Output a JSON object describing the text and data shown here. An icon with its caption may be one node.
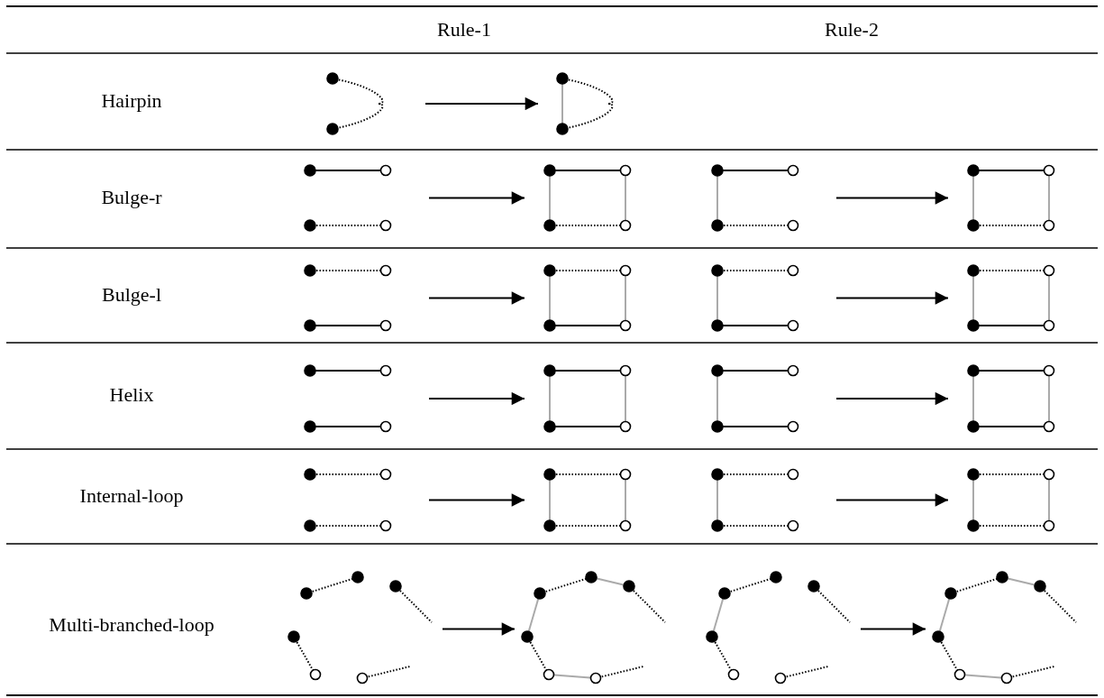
{
  "diagram": {
    "nodes": [
      {
        "text": [],
        "shape": "picture"
      },
      {
        "text": [],
        "shape": "picture"
      },
      {
        "text": [],
        "shape": "picture"
      },
      {
        "text": [],
        "shape": "picture"
      },
      {
        "text": [],
        "shape": "picture"
      },
      {
        "text": [],
        "shape": "picture"
      },
      {
        "text": [],
        "shape": "picture"
      },
      {
        "text": [],
        "shape": "picture"
      },
      {
        "text": [],
        "shape": "picture"
      },
      {
        "text": [],
        "shape": "picture"
      },
      {
        "text": [],
        "shape": "picture"
      },
      {
        "text": [],
        "shape": "picture"
      },
      {
        "text": [],
        "shape": "picture"
      },
      {
        "text": [],
        "shape": "picture"
      },
      {
        "text": [],
        "shape": "picture"
      },
      {
        "text": [],
        "shape": "picture"
      },
      {
        "text": [],
        "shape": "picture"
      },
      {
        "text": [],
        "shape": "picture"
      },
      {
        "text": [],
        "shape": "picture"
      },
      {
        "text": [],
        "shape": "picture"
      },
      {
        "text": [],
        "shape": "picture"
      },
      {
        "text": [],
        "shape": "picture"
      }
    ],
    "edges": [
      {
        "from": 0,
        "to": 1,
        "arrow": "to"
      },
      {
        "from": 2,
        "to": 3,
        "arrow": "to"
      },
      {
        "from": 4,
        "to": 5,
        "arrow": "to"
      },
      {
        "from": 6,
        "to": 7,
        "arrow": "to"
      },
      {
        "from": 8,
        "to": 9,
        "arrow": "to"
      },
      {
        "from": 10,
        "to": 11,
        "arrow": "to"
      },
      {
        "from": 12,
        "to": 13,
        "arrow": "to"
      },
      {
        "from": 14,
        "to": 15,
        "arrow": "to"
      },
      {
        "from": 16,
        "to": 17,
        "arrow": "to"
      },
      {
        "from": 18,
        "to": 19,
        "arrow": "to"
      },
      {
        "from": 20,
        "to": 21,
        "arrow": "to"
      }
    ],
    "labels": [
      "Rule-1",
      "Rule-2",
      "Hairpin",
      "Bulge-r",
      "Bulge-l",
      "Helix",
      "Internal-loop",
      "Multi-branched-loop"
    ]
  }
}
